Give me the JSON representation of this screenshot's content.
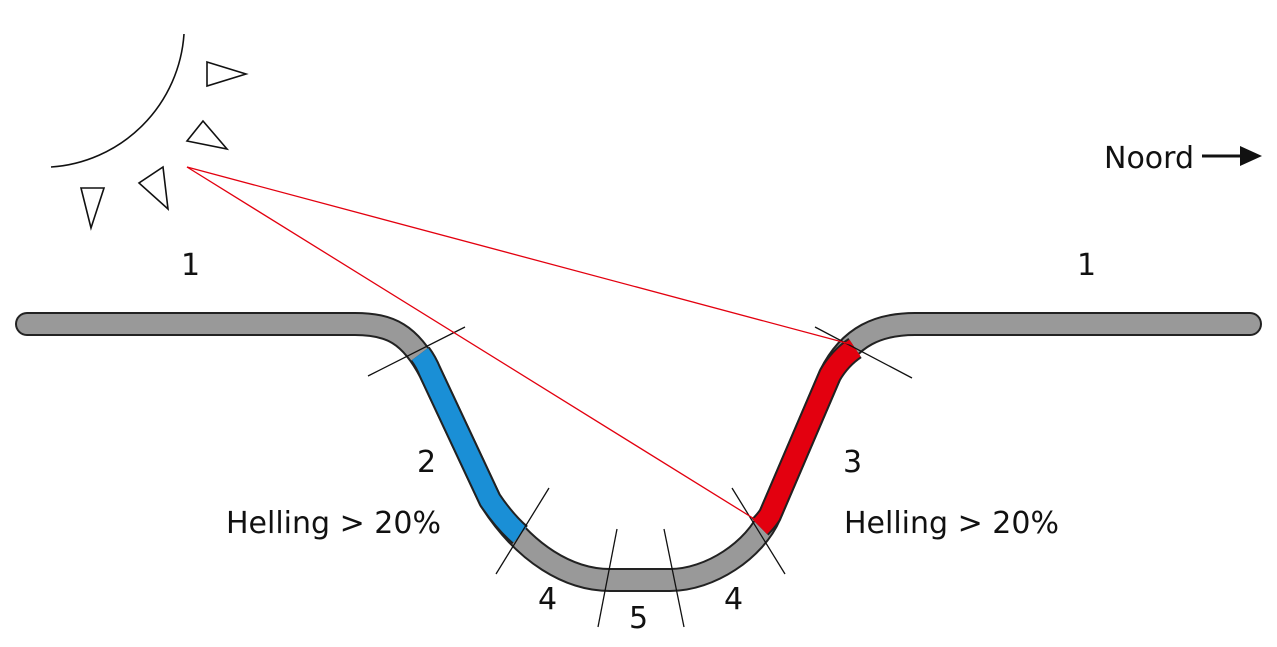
{
  "labels": {
    "zone_1_left": "1",
    "zone_1_right": "1",
    "zone_2": "2",
    "zone_3": "3",
    "zone_4_left": "4",
    "zone_4_right": "4",
    "zone_5": "5",
    "slope_left": "Helling > 20%",
    "slope_right": "Helling > 20%",
    "north": "Noord"
  },
  "colors": {
    "terrain": "#999999",
    "terrain_outline": "#222222",
    "south_slope": "#1a8fd6",
    "north_slope": "#e3000f",
    "sun_rays": "#e3000f",
    "ink": "#111111"
  },
  "icons": {
    "sun": "sun-icon",
    "north_arrow": "arrow-right-icon"
  }
}
